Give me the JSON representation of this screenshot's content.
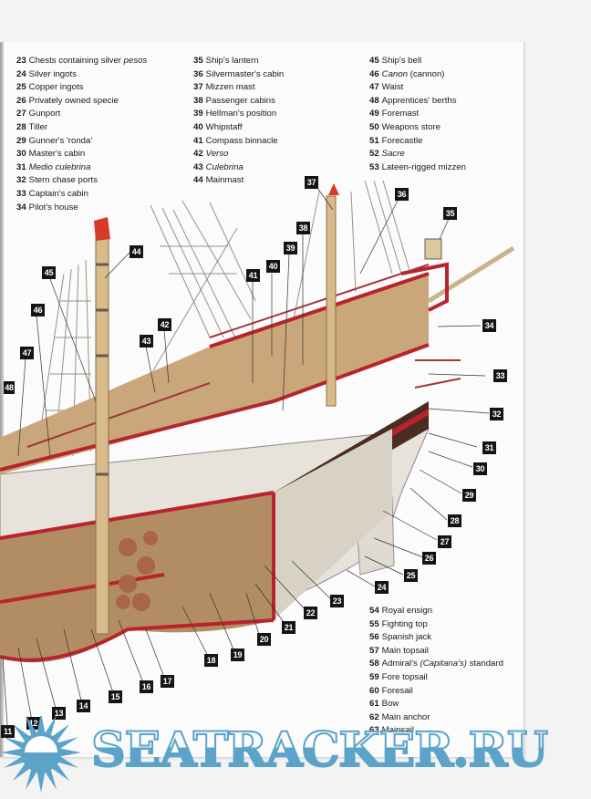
{
  "legend": {
    "col1": [
      {
        "num": "23",
        "label": "Chests containing silver ",
        "italic": "pesos"
      },
      {
        "num": "24",
        "label": "Silver ingots"
      },
      {
        "num": "25",
        "label": "Copper ingots"
      },
      {
        "num": "26",
        "label": "Privately owned specie"
      },
      {
        "num": "27",
        "label": "Gunport"
      },
      {
        "num": "28",
        "label": "Tiller"
      },
      {
        "num": "29",
        "label": "Gunner's 'ronda'"
      },
      {
        "num": "30",
        "label": "Master's cabin"
      },
      {
        "num": "31",
        "italic_first": "Medio culebrina"
      },
      {
        "num": "32",
        "label": "Stern chase ports"
      },
      {
        "num": "33",
        "label": "Captain's cabin"
      },
      {
        "num": "34",
        "label": "Pilot's house"
      }
    ],
    "col2": [
      {
        "num": "35",
        "label": "Ship's lantern"
      },
      {
        "num": "36",
        "label": "Silvermaster's cabin"
      },
      {
        "num": "37",
        "label": "Mizzen mast"
      },
      {
        "num": "38",
        "label": "Passenger cabins"
      },
      {
        "num": "39",
        "label": "Hellman's position"
      },
      {
        "num": "40",
        "label": "Whipstaff"
      },
      {
        "num": "41",
        "label": "Compass binnacle"
      },
      {
        "num": "42",
        "italic_first": "Verso"
      },
      {
        "num": "43",
        "italic_first": "Culebrina"
      },
      {
        "num": "44",
        "label": "Mainmast"
      }
    ],
    "col3": [
      {
        "num": "45",
        "label": "Ship's bell"
      },
      {
        "num": "46",
        "italic_first": "Canon",
        "label": " (cannon)"
      },
      {
        "num": "47",
        "label": "Waist"
      },
      {
        "num": "48",
        "label": "Apprentices' berths"
      },
      {
        "num": "49",
        "label": "Foremast"
      },
      {
        "num": "50",
        "label": "Weapons store"
      },
      {
        "num": "51",
        "label": "Forecastle"
      },
      {
        "num": "52",
        "italic_first": "Sacre"
      },
      {
        "num": "53",
        "label": "Lateen-rigged mizzen"
      }
    ],
    "col4": [
      {
        "num": "54",
        "label": "Royal ensign"
      },
      {
        "num": "55",
        "label": "Fighting top"
      },
      {
        "num": "56",
        "label": "Spanish jack"
      },
      {
        "num": "57",
        "label": "Main topsail"
      },
      {
        "num": "58",
        "label": "Admiral's ",
        "italic": "(Capitana's)",
        "label2": " standard"
      },
      {
        "num": "59",
        "label": "Fore topsail"
      },
      {
        "num": "60",
        "label": "Foresail"
      },
      {
        "num": "61",
        "label": "Bow"
      },
      {
        "num": "62",
        "label": "Main anchor"
      },
      {
        "num": "63",
        "label": "Mainsail"
      }
    ]
  },
  "callouts": [
    "11",
    "12",
    "13",
    "14",
    "15",
    "16",
    "17",
    "18",
    "19",
    "20",
    "21",
    "22",
    "23",
    "24",
    "25",
    "26",
    "27",
    "28",
    "29",
    "30",
    "31",
    "32",
    "33",
    "34",
    "35",
    "36",
    "37",
    "38",
    "39",
    "40",
    "41",
    "42",
    "43",
    "44",
    "45",
    "46",
    "47",
    "48"
  ],
  "watermark": {
    "text": "SEATRACKER.RU",
    "icon": "sun-icon",
    "color": "#5ba3c9"
  },
  "colors": {
    "hull_red": "#b8242c",
    "wood": "#c9a77a",
    "dark_hull": "#4a2c22",
    "callout_bg": "#141414"
  }
}
